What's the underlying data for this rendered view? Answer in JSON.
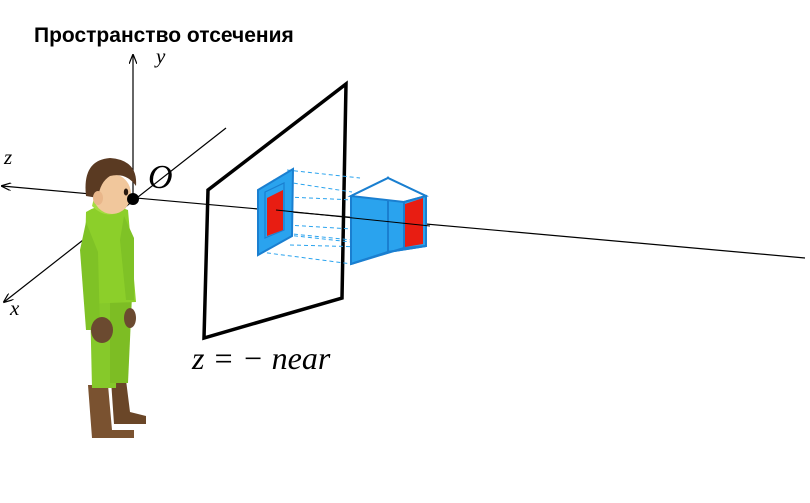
{
  "title": "Пространство отсечения",
  "axes": {
    "y": "y",
    "z": "z",
    "x": "x",
    "origin": "O"
  },
  "plane_label": "z = − near",
  "colors": {
    "frustum_fill": "#2aa3ee",
    "frustum_stroke": "#1a7fd0",
    "projection_fill": "#e81d12",
    "plane_stroke": "#000000",
    "character_suit": "#8ccf2a",
    "character_hair": "#5a3a22"
  }
}
